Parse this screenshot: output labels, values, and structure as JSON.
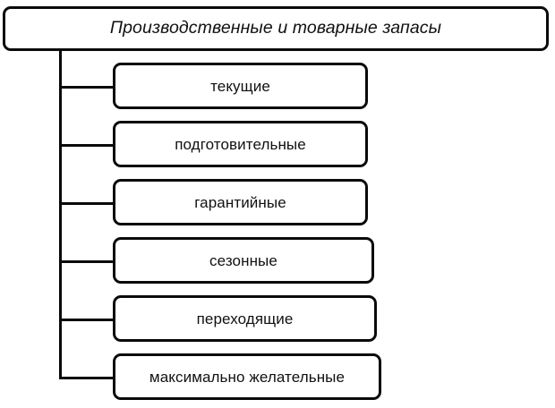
{
  "diagram": {
    "type": "tree-hierarchy",
    "orientation": "vertical-spine-right-branches",
    "root": {
      "label": "Производственные и товарные запасы",
      "style": "italic"
    },
    "children": [
      {
        "label": "текущие"
      },
      {
        "label": "подготовительные"
      },
      {
        "label": "гарантийные"
      },
      {
        "label": "сезонные"
      },
      {
        "label": "переходящие"
      },
      {
        "label": "максимально желательные"
      }
    ],
    "colors": {
      "background": "#ffffff",
      "border": "#0a0a0a",
      "text": "#111111",
      "box_fill": "#ffffff"
    }
  }
}
